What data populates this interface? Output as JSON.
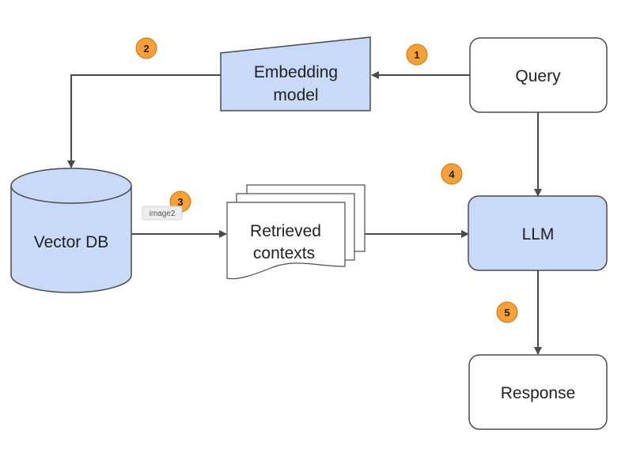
{
  "nodes": {
    "embedding_model": {
      "line1": "Embedding",
      "line2": "model"
    },
    "query": {
      "label": "Query"
    },
    "vector_db": {
      "label": "Vector DB"
    },
    "retrieved_contexts": {
      "line1": "Retrieved",
      "line2": "contexts"
    },
    "llm": {
      "label": "LLM"
    },
    "response": {
      "label": "Response"
    }
  },
  "steps": [
    "1",
    "2",
    "3",
    "4",
    "5"
  ],
  "tag": "image2",
  "colors": {
    "node_fill_blue": "#c9daf8",
    "node_fill_white": "#ffffff",
    "stroke": "#4a4a4a",
    "badge_fill": "#f6a03a",
    "badge_stroke": "#c8730f"
  }
}
